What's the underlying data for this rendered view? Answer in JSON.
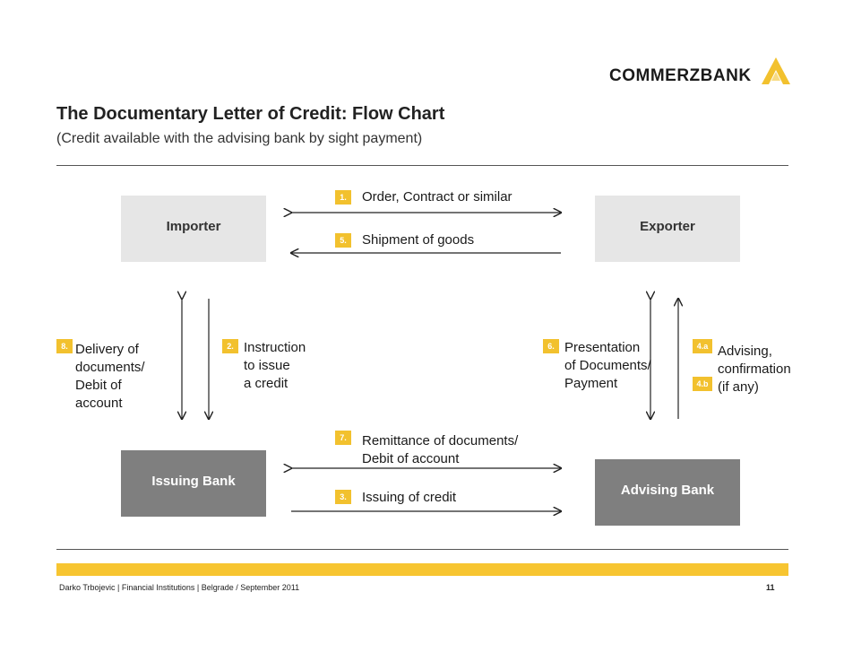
{
  "brand": {
    "name": "COMMERZBANK",
    "logo_color": "#f2c12e"
  },
  "title": "The Documentary Letter of Credit: Flow Chart",
  "subtitle": "(Credit available with the advising bank by sight payment)",
  "nodes": {
    "importer": "Importer",
    "exporter": "Exporter",
    "issuing_bank": "Issuing Bank",
    "advising_bank": "Advising Bank"
  },
  "steps": {
    "s1": {
      "num": "1.",
      "text": "Order, Contract or similar"
    },
    "s5": {
      "num": "5.",
      "text": "Shipment of goods"
    },
    "s8": {
      "num": "8.",
      "text": "Delivery of\ndocuments/\nDebit of\naccount"
    },
    "s2": {
      "num": "2.",
      "text": "Instruction\nto issue\na credit"
    },
    "s6": {
      "num": "6.",
      "text": "Presentation\nof Documents/\nPayment"
    },
    "s4a": {
      "num": "4.a",
      "text": "Advising,\nconfirmation\n(if any)"
    },
    "s4b": {
      "num": "4.b"
    },
    "s7": {
      "num": "7.",
      "text": "Remittance of documents/\nDebit of account"
    },
    "s3": {
      "num": "3.",
      "text": "Issuing of credit"
    }
  },
  "footer": {
    "text": "Darko Trbojevic | Financial Institutions | Belgrade / September 2011",
    "page": "11"
  },
  "colors": {
    "accent": "#f2c12e",
    "box_light": "#e6e6e6",
    "box_dark": "#7f7f7f"
  }
}
